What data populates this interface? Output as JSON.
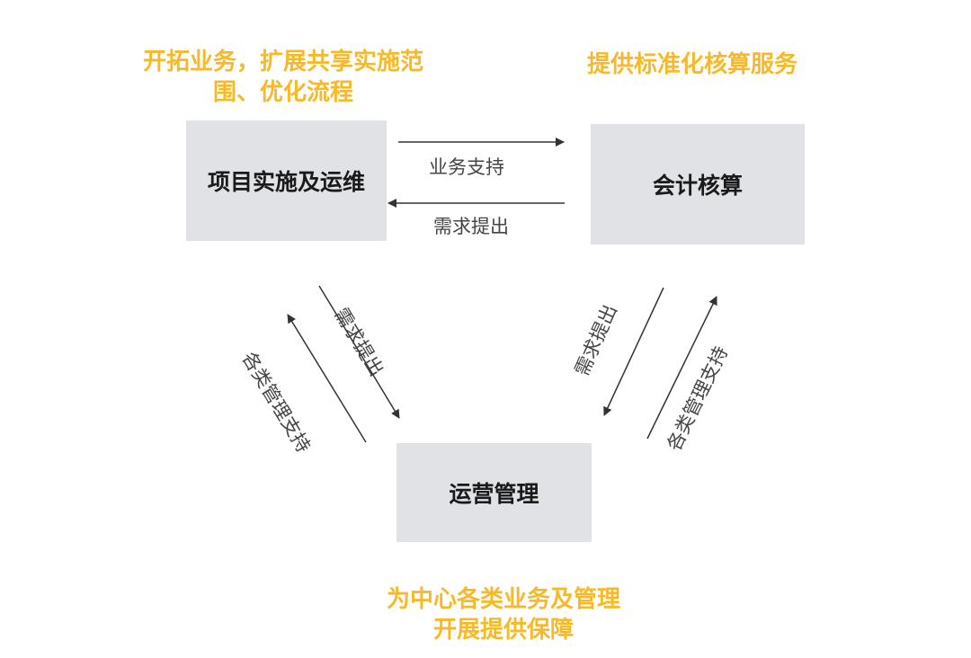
{
  "nodes": {
    "project": {
      "label": "项目实施及运维"
    },
    "accounting": {
      "label": "会计核算"
    },
    "operations": {
      "label": "运营管理"
    }
  },
  "notes": {
    "project_line1": "开拓业务，扩展共享实施范",
    "project_line2": "围、优化流程",
    "accounting": "提供标准化核算服务",
    "operations_line1": "为中心各类业务及管理",
    "operations_line2": "开展提供保障"
  },
  "edges": {
    "project_to_accounting": "业务支持",
    "accounting_to_project": "需求提出",
    "project_to_operations": "需求提出",
    "operations_to_project": "各类管理支持",
    "accounting_to_operations": "需求提出",
    "operations_to_accounting": "各类管理支持"
  },
  "colors": {
    "note": "#f7b928",
    "box": "#e1e2e6",
    "line": "#333333"
  }
}
